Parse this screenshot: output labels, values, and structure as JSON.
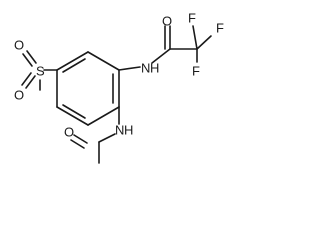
{
  "molecule": {
    "atoms": {
      "o_sulfonyl_top": "O",
      "sulfur": "S",
      "o_sulfonyl_bottom": "O",
      "n_top": "N",
      "h_top": "H",
      "o_top": "O",
      "f_left": "F",
      "f_right": "F",
      "f_bottom": "F",
      "n_bottom": "N",
      "h_bottom": "H",
      "o_bottom": "O"
    }
  }
}
